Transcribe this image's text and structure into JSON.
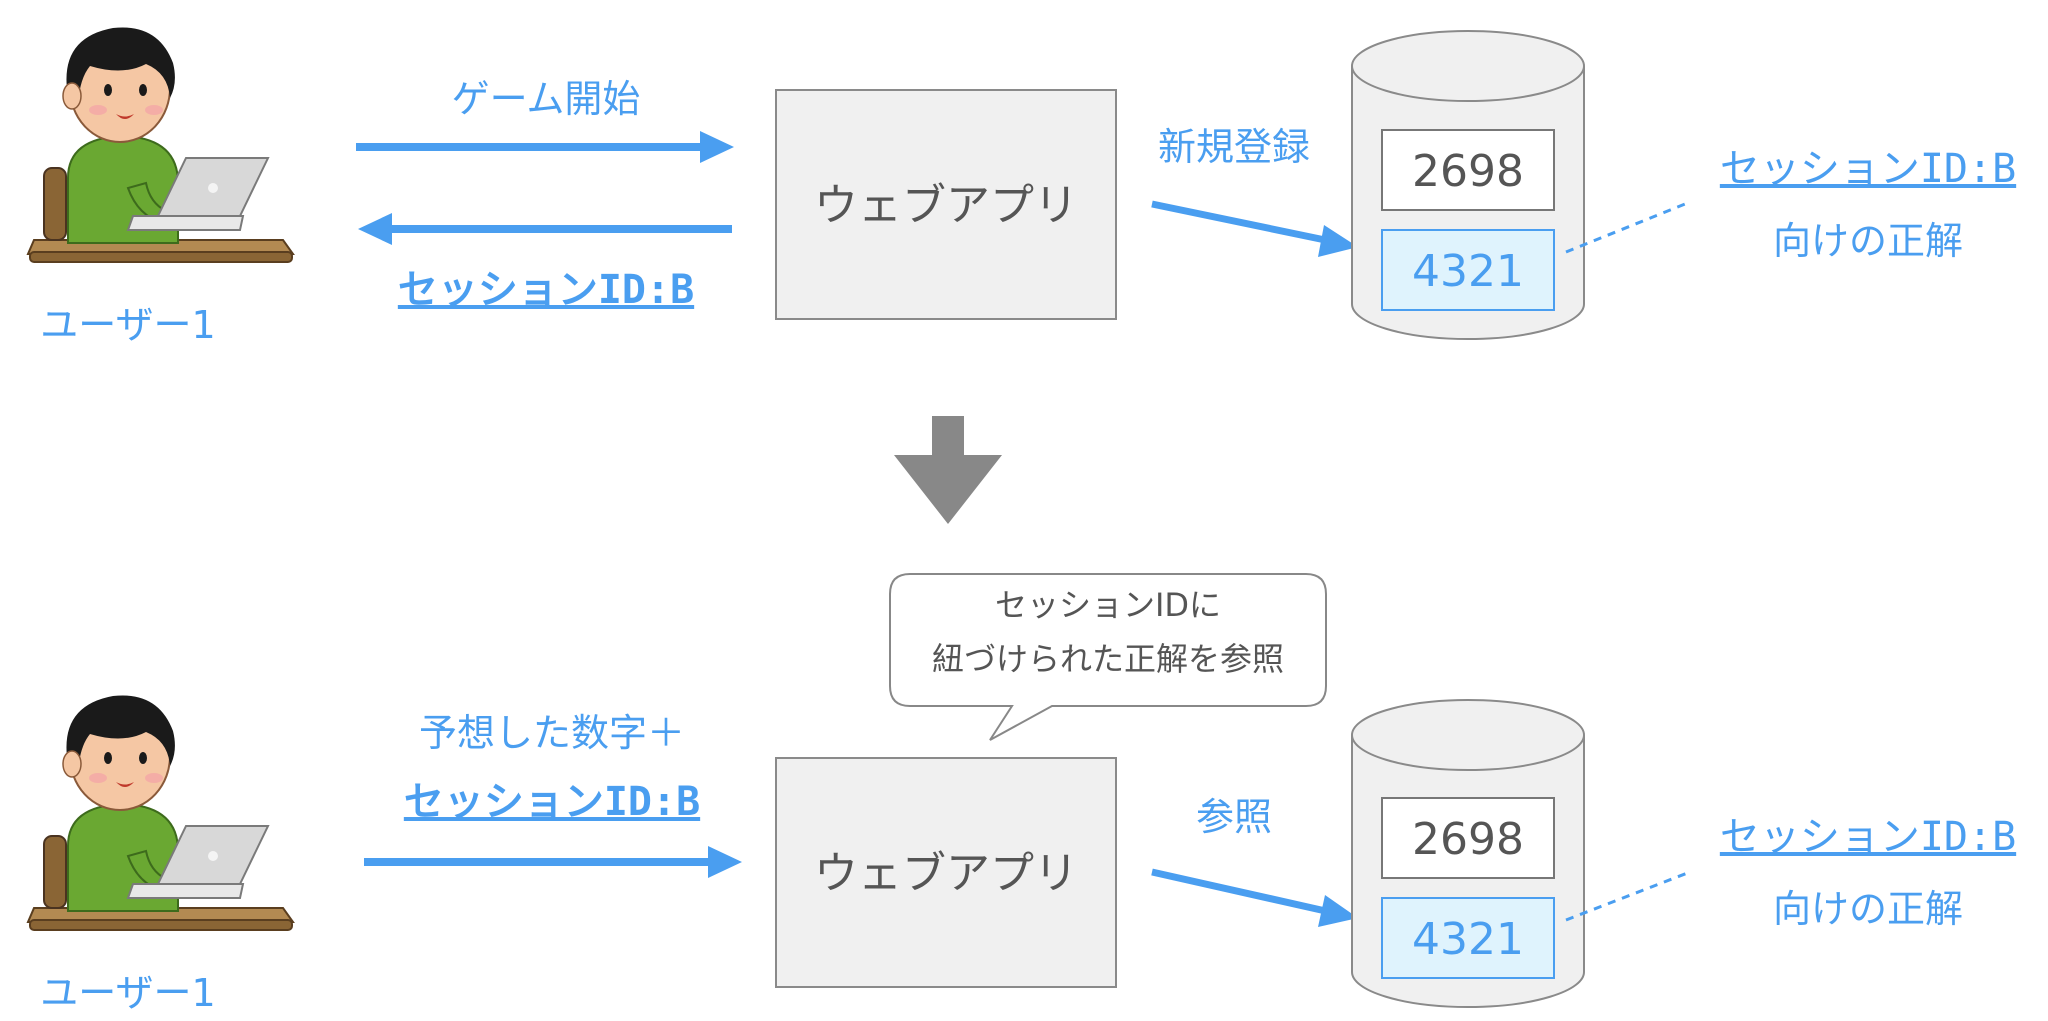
{
  "top": {
    "user_label": "ユーザー1",
    "request_label": "ゲーム開始",
    "response_label": "セッションID:B",
    "app_label": "ウェブアプリ",
    "db_action_label": "新規登録",
    "db_records": [
      "2698",
      "4321"
    ],
    "note_line1": "セッションID:B",
    "note_line2": "向けの正解"
  },
  "bottom": {
    "user_label": "ユーザー1",
    "request_line1": "予想した数字＋",
    "request_line2": "セッションID:B",
    "app_label": "ウェブアプリ",
    "callout_line1": "セッションIDに",
    "callout_line2": "紐づけられた正解を参照",
    "db_action_label": "参照",
    "db_records": [
      "2698",
      "4321"
    ],
    "note_line1": "セッションID:B",
    "note_line2": "向けの正解"
  },
  "colors": {
    "accent": "#4a9ef0",
    "box_fill": "#f0f0f0",
    "highlight_fill": "#dff3fd",
    "gray_arrow": "#888888"
  },
  "icons": {
    "user": "person-at-laptop-icon",
    "database": "database-cylinder-icon",
    "transition": "down-arrow-icon"
  }
}
